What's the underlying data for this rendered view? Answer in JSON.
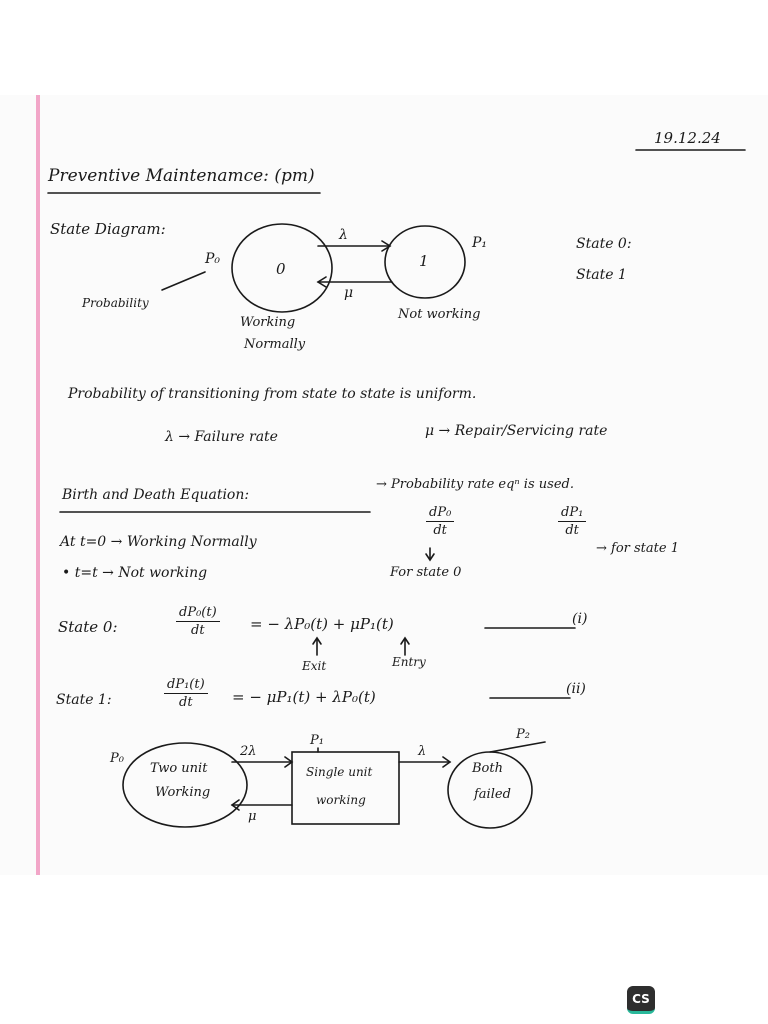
{
  "date": "19.12.24",
  "title": "Preventive Maintenamce: (pm)",
  "state_diagram": {
    "heading": "State Diagram:",
    "p0_label": "P₀",
    "p1_label": "P₁",
    "state0_symbol": "0",
    "state1_symbol": "1",
    "lambda_label": "λ",
    "mu_label": "μ",
    "probability_label": "Probability",
    "state0_caption_line1": "Working",
    "state0_caption_line2": "Normally",
    "state1_caption": "Not working",
    "side_state0": "State 0:",
    "side_state1": "State 1"
  },
  "statements": {
    "uniform": "Probability of transitioning from state to state is uniform.",
    "failure_rate": "λ → Failure rate",
    "repair_rate": "μ → Repair/Servicing rate"
  },
  "birth_death": {
    "heading": "Birth and Death Equation:",
    "arrow_text": "→ Probability rate eqⁿ is used.",
    "t0_line": "At t=0 → Working Normally",
    "tt_line": "• t=t → Not working",
    "frac0_num": "dP₀",
    "frac0_den": "dt",
    "frac1_num": "dP₁",
    "frac1_den": "dt",
    "for_state0": "For state 0",
    "for_state1": "→ for state 1",
    "state0_eq_label": "State 0:",
    "state0_frac_num": "dP₀(t)",
    "state0_frac_den": "dt",
    "state0_rhs": "= − λP₀(t) + μP₁(t)",
    "state0_tag": "(i)",
    "exit_label": "Exit",
    "entry_label": "Entry",
    "state1_eq_label": "State 1:",
    "state1_frac_num": "dP₁(t)",
    "state1_frac_den": "dt",
    "state1_rhs": "= − μP₁(t) + λP₀(t)",
    "state1_tag": "(ii)"
  },
  "two_unit_diagram": {
    "p0_label": "P₀",
    "p1_label": "P₁",
    "p2_label": "P₂",
    "node0_line1": "Two unit",
    "node0_line2": "Working",
    "node1_line1": "Single unit",
    "node1_line2": "working",
    "node2_line1": "Both",
    "node2_line2": "failed",
    "arrow_2lambda": "2λ",
    "arrow_lambda": "λ",
    "arrow_mu": "μ"
  },
  "footer": {
    "logo_text": "CS"
  }
}
